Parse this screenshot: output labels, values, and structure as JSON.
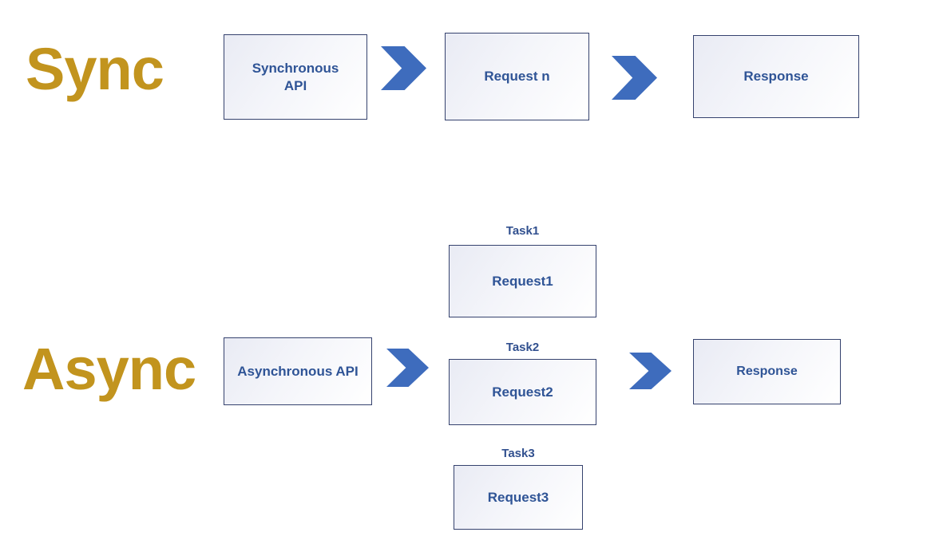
{
  "colors": {
    "label_gold": "#C2941E",
    "arrow_blue": "#3E6CBD",
    "box_border": "#35426E",
    "box_text": "#2F5496",
    "task_label": "#31508F",
    "box_fill_start": "#E9EBF4",
    "box_fill_end": "#FFFFFF"
  },
  "sync": {
    "label": "Sync",
    "api_box": {
      "text": "Synchronous\nAPI"
    },
    "request_box": {
      "text": "Request n"
    },
    "response_box": {
      "text": "Response"
    }
  },
  "async": {
    "label": "Async",
    "api_box": {
      "text": "Asynchronous API"
    },
    "tasks": [
      {
        "label": "Task1",
        "request": "Request1"
      },
      {
        "label": "Task2",
        "request": "Request2"
      },
      {
        "label": "Task3",
        "request": "Request3"
      }
    ],
    "response_box": {
      "text": "Response"
    }
  }
}
